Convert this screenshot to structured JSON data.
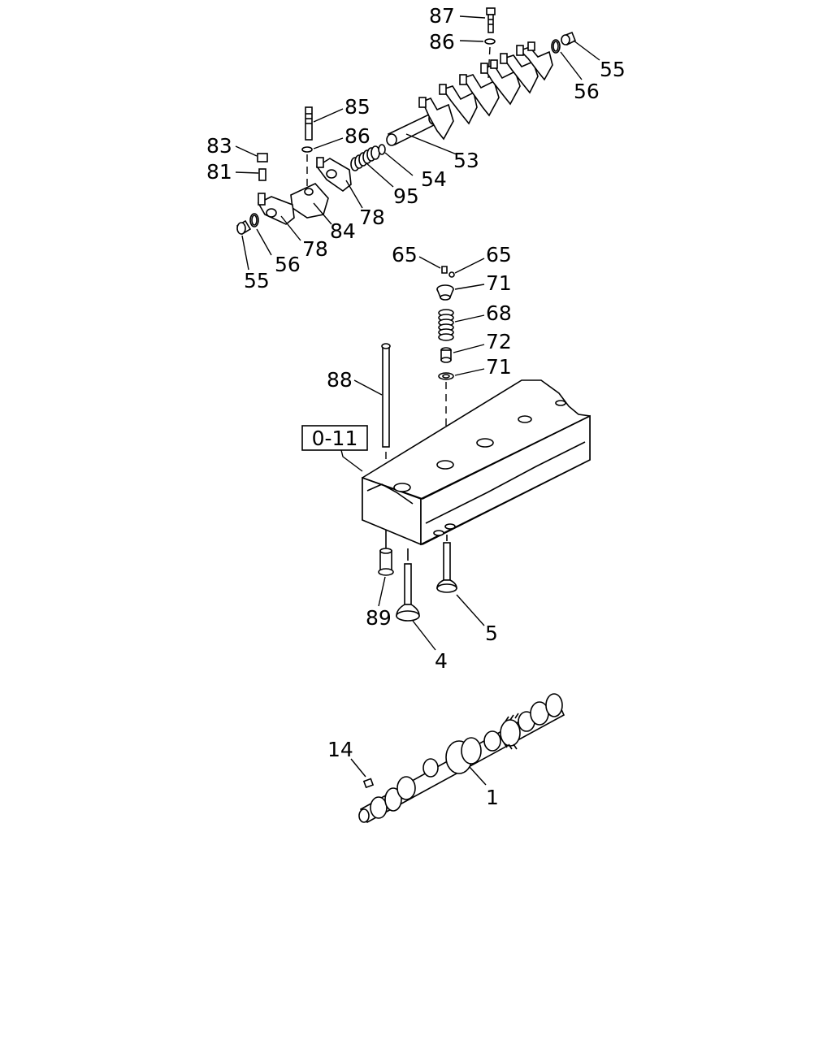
{
  "reference_box": {
    "label": "0-11"
  },
  "callouts": [
    {
      "id": "87",
      "label": "87"
    },
    {
      "id": "86a",
      "label": "86"
    },
    {
      "id": "55a",
      "label": "55"
    },
    {
      "id": "56a",
      "label": "56"
    },
    {
      "id": "85",
      "label": "85"
    },
    {
      "id": "86b",
      "label": "86"
    },
    {
      "id": "83",
      "label": "83"
    },
    {
      "id": "81",
      "label": "81"
    },
    {
      "id": "53",
      "label": "53"
    },
    {
      "id": "54",
      "label": "54"
    },
    {
      "id": "95",
      "label": "95"
    },
    {
      "id": "78a",
      "label": "78"
    },
    {
      "id": "84",
      "label": "84"
    },
    {
      "id": "78b",
      "label": "78"
    },
    {
      "id": "56b",
      "label": "56"
    },
    {
      "id": "55b",
      "label": "55"
    },
    {
      "id": "65a",
      "label": "65"
    },
    {
      "id": "65b",
      "label": "65"
    },
    {
      "id": "71a",
      "label": "71"
    },
    {
      "id": "68",
      "label": "68"
    },
    {
      "id": "72",
      "label": "72"
    },
    {
      "id": "71b",
      "label": "71"
    },
    {
      "id": "88",
      "label": "88"
    },
    {
      "id": "89",
      "label": "89"
    },
    {
      "id": "5",
      "label": "5"
    },
    {
      "id": "4",
      "label": "4"
    },
    {
      "id": "14",
      "label": "14"
    },
    {
      "id": "1",
      "label": "1"
    }
  ]
}
